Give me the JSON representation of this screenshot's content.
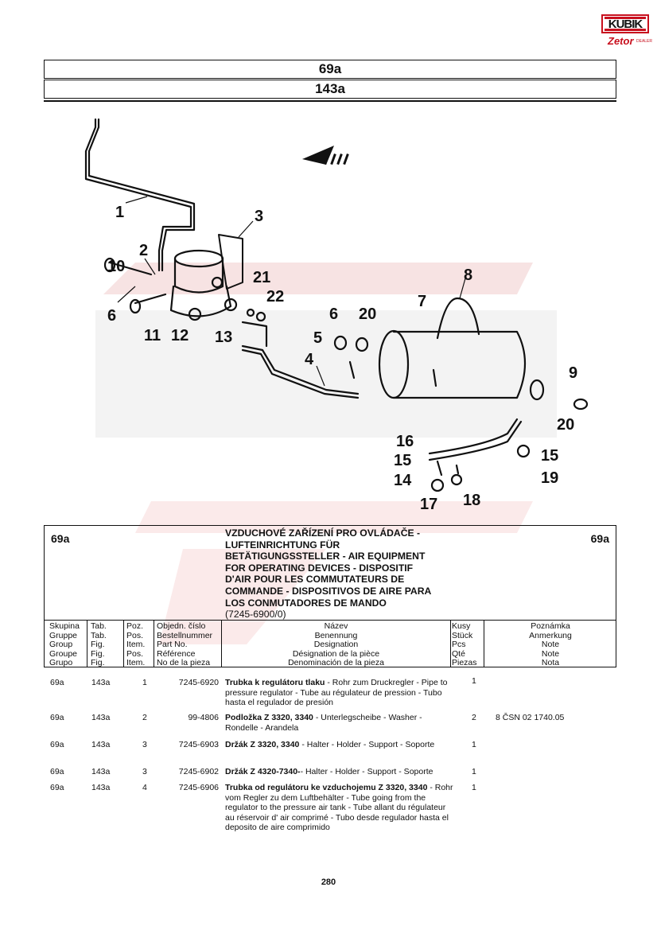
{
  "logo": {
    "brand": "KUBIK",
    "sub": "Zetor",
    "dealer": "DEALER"
  },
  "header": {
    "group": "69a",
    "table": "143a"
  },
  "diagram": {
    "callouts": [
      "1",
      "2",
      "3",
      "4",
      "5",
      "6",
      "6",
      "7",
      "8",
      "9",
      "10",
      "11",
      "12",
      "13",
      "14",
      "15",
      "15",
      "16",
      "17",
      "18",
      "19",
      "20",
      "20",
      "21",
      "22"
    ]
  },
  "group_title": {
    "code_left": "69a",
    "code_right": "69a",
    "lines": [
      "VZDUCHOVÉ ZAŘÍZENÍ PRO OVLÁDAČE -",
      "LUFTEINRICHTUNG FÜR",
      "BETÄTIGUNGSSTELLER - AIR EQUIPMENT",
      "FOR OPERATING DEVICES - DISPOSITIF",
      "D'AIR POUR LES COMMUTATEURS DE",
      "COMMANDE - DISPOSITIVOS DE AIRE PARA",
      "LOS CONMUTADORES DE MANDO"
    ],
    "spec": "(7245-6900/0)"
  },
  "columns": {
    "skupina": [
      "Skupina",
      "Gruppe",
      "Group",
      "Groupe",
      "Grupo"
    ],
    "tab": [
      "Tab.",
      "Tab.",
      "Fig.",
      "Fig.",
      "Fig."
    ],
    "poz": [
      "Poz.",
      "Pos.",
      "Item.",
      "Pos.",
      "Item."
    ],
    "cislo": [
      "Objedn. číslo",
      "Bestellnummer",
      "Part No.",
      "Référence",
      "No de la pieza"
    ],
    "nazev": [
      "Název",
      "Benennung",
      "Designation",
      "Désignation de la pièce",
      "Denominación de la pieza"
    ],
    "kusy": [
      "Kusy",
      "Stück",
      "Pcs",
      "Qté",
      "Piezas"
    ],
    "poznamka": [
      "Poznámka",
      "Anmerkung",
      "Note",
      "Note",
      "Nota"
    ]
  },
  "parts": [
    {
      "group": "69a",
      "tab": "143a",
      "pos": "1",
      "part_no": "7245-6920",
      "name_bold": "Trubka k regulátoru tlaku",
      "name_rest": " - Rohr zum Druckregler - Pipe to pressure regulator - Tube au régulateur de pression - Tubo hasta el regulador de presión",
      "qty": "1",
      "note": ""
    },
    {
      "group": "69a",
      "tab": "143a",
      "pos": "2",
      "part_no": "99-4806",
      "name_bold": "Podložka Z 3320, 3340",
      "name_rest": " - Unterlegscheibe - Washer - Rondelle - Arandela",
      "qty": "2",
      "note": "8 ČSN 02 1740.05"
    },
    {
      "group": "69a",
      "tab": "143a",
      "pos": "3",
      "part_no": "7245-6903",
      "name_bold": "Držák Z 3320, 3340",
      "name_rest": " - Halter - Holder - Support - Soporte",
      "qty": "1",
      "note": ""
    },
    {
      "group": "69a",
      "tab": "143a",
      "pos": "3",
      "part_no": "7245-6902",
      "name_bold": "Držák Z 4320-7340-",
      "name_rest": "- Halter - Holder - Support - Soporte",
      "qty": "1",
      "note": ""
    },
    {
      "group": "69a",
      "tab": "143a",
      "pos": "4",
      "part_no": "7245-6906",
      "name_bold": "Trubka od regulátoru ke vzduchojemu Z 3320, 3340",
      "name_rest": " - Rohr vom Regler zu dem Luftbehälter - Tube going from the regulator to the pressure air tank - Tube allant du régulateur au réservoir d' air comprimé - Tubo desde regulador hasta el deposito de aire comprimido",
      "qty": "1",
      "note": ""
    }
  ],
  "page_number": "280"
}
